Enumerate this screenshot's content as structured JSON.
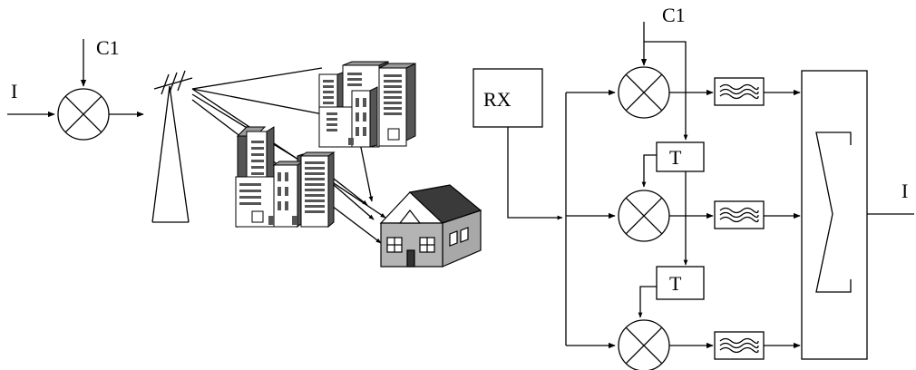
{
  "left": {
    "input_label": "I",
    "carrier_label": "C1"
  },
  "right": {
    "carrier_label": "C1",
    "receiver_label": "RX",
    "delay_labels": [
      "T",
      "T"
    ],
    "output_label": "I"
  },
  "colors": {
    "stroke": "#000000",
    "building_light": "#ffffff",
    "building_mid": "#9a9a9a",
    "building_dark": "#555555",
    "roof": "#3a3a3a",
    "house_wall": "#a8a8a8"
  }
}
